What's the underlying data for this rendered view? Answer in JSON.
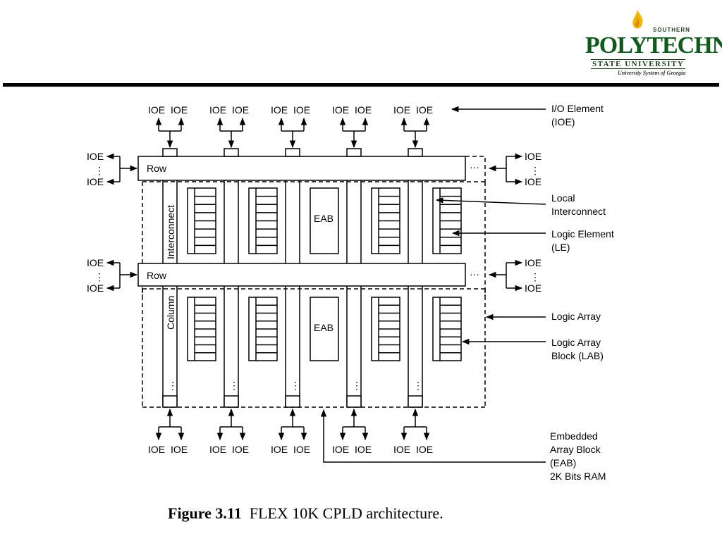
{
  "logo": {
    "southern": "SOUTHERN",
    "name": "POLYTECHNIC",
    "subtitle": "STATE UNIVERSITY",
    "system": "University System of Georgia"
  },
  "diagram": {
    "ioe": "IOE",
    "row": "Row",
    "eab": "EAB",
    "column_label": "Column",
    "interconnect_label": "Interconnect",
    "dots_h": "···",
    "dots_v": "⋮",
    "callouts": {
      "io_element": [
        "I/O Element",
        "(IOE)"
      ],
      "local_interconnect": [
        "Local",
        "Interconnect"
      ],
      "logic_element": [
        "Logic Element",
        "(LE)"
      ],
      "logic_array": [
        "Logic Array"
      ],
      "lab": [
        "Logic Array",
        "Block (LAB)"
      ],
      "eab": [
        "Embedded",
        "Array Block",
        "(EAB)",
        "2K Bits RAM"
      ]
    }
  },
  "caption": {
    "label": "Figure 3.11",
    "text": "FLEX 10K CPLD architecture."
  }
}
